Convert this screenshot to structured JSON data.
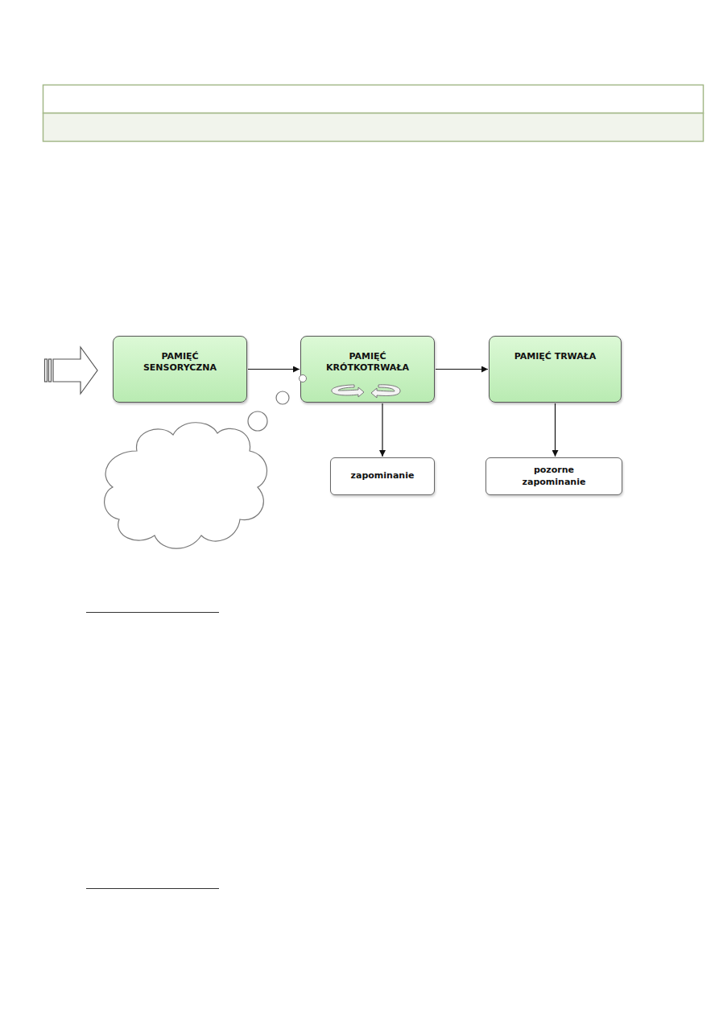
{
  "diagram": {
    "nodes": [
      {
        "text": [
          "PAMIĘĆ SENSORYCZNA"
        ]
      },
      {
        "text": [
          "PAMIĘĆ KRÓTKOTRWAŁA"
        ]
      },
      {
        "text": [
          "PAMIĘĆ TRWAŁA"
        ]
      },
      {
        "text": [
          "zapominanie"
        ]
      },
      {
        "text": [
          "pozorne zapominanie"
        ]
      }
    ],
    "edges": [
      {
        "from": 0,
        "to": 1,
        "arrow": "to"
      },
      {
        "from": 1,
        "to": 2,
        "arrow": "to"
      },
      {
        "from": 1,
        "to": 3,
        "arrow": "to"
      },
      {
        "from": 2,
        "to": 4,
        "arrow": "to"
      }
    ]
  }
}
